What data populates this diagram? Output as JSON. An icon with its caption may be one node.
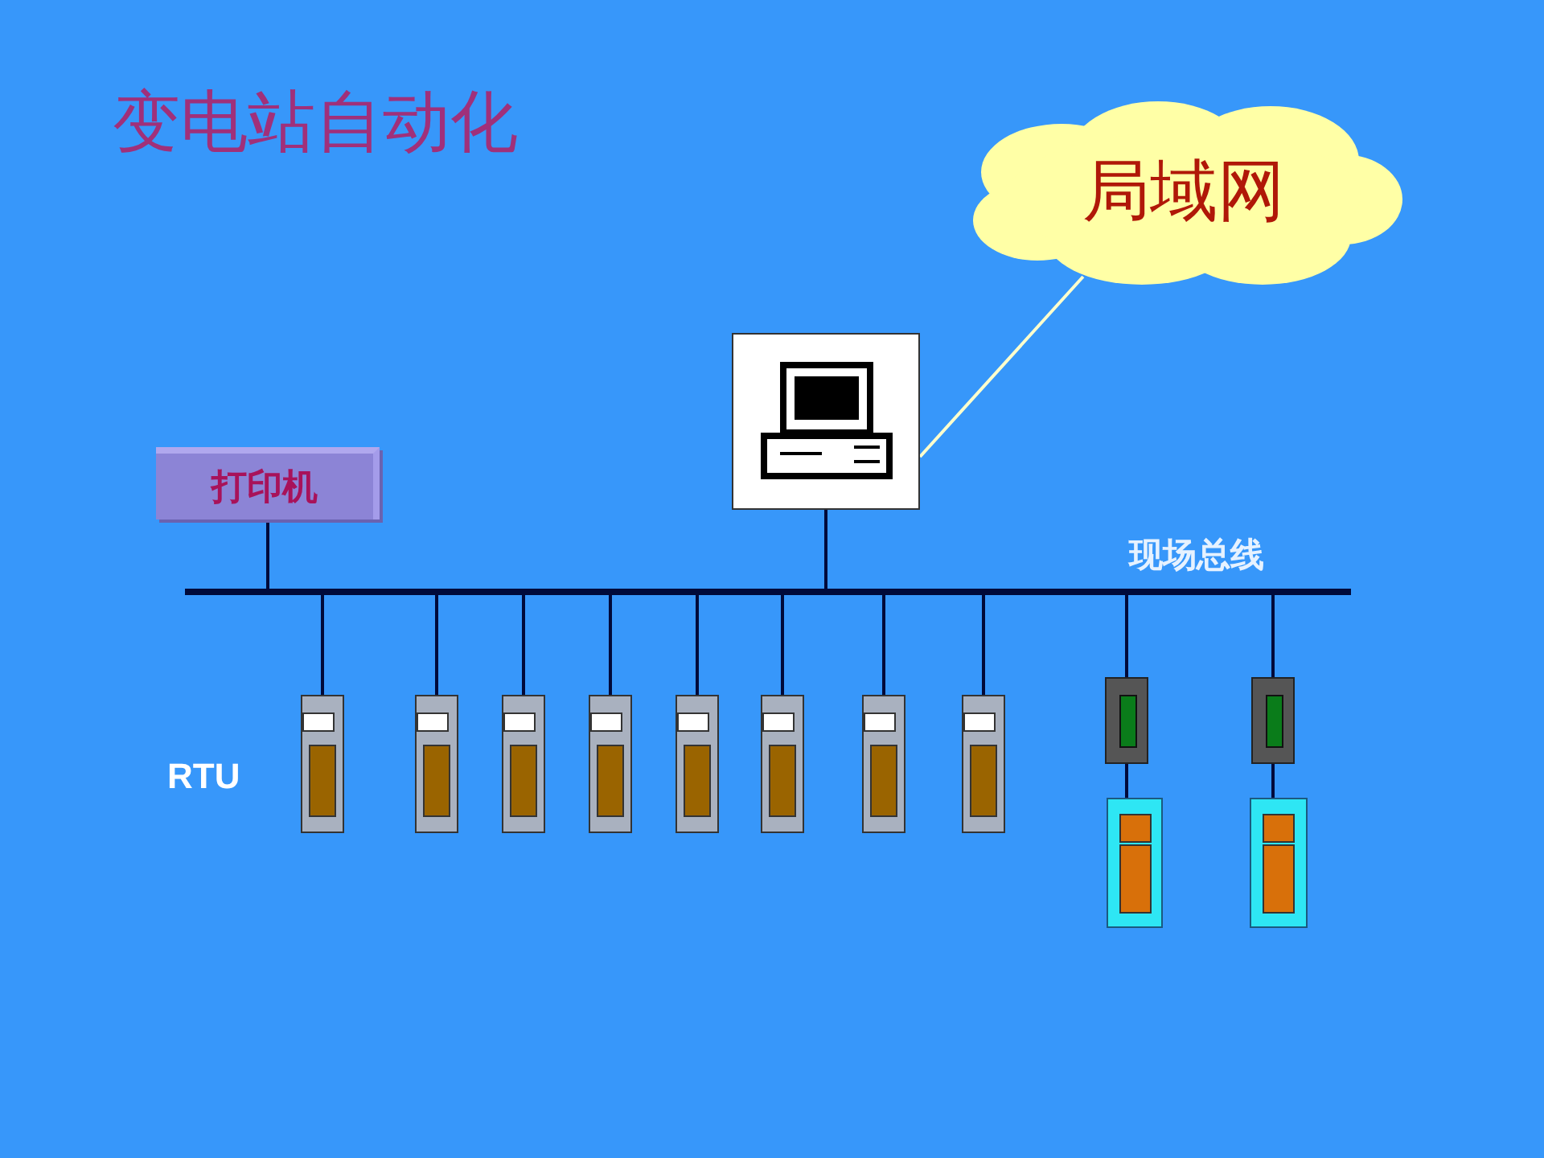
{
  "diagram": {
    "title": "变电站自动化",
    "nodes": [
      {
        "text": [
          "局域网"
        ]
      },
      {
        "text": [],
        "shape": "picture"
      },
      {
        "text": [
          "打印机"
        ]
      },
      {
        "text": [],
        "shape": "bar",
        "beside": [
          "现场总线"
        ]
      },
      {
        "text": [],
        "shape": "box"
      },
      {
        "text": [],
        "shape": "box"
      },
      {
        "text": [],
        "shape": "box"
      },
      {
        "text": [],
        "shape": "box"
      },
      {
        "text": [],
        "shape": "box"
      },
      {
        "text": [],
        "shape": "box"
      },
      {
        "text": [],
        "shape": "box"
      },
      {
        "text": [],
        "shape": "box"
      },
      {
        "text": [],
        "shape": "box"
      },
      {
        "text": [],
        "shape": "box"
      },
      {
        "text": [],
        "shape": "box"
      },
      {
        "text": [],
        "shape": "box"
      }
    ],
    "edges": [
      {
        "from": 0,
        "to": 1,
        "arrow": "none",
        "color": "#ffffcc"
      },
      {
        "from": 2,
        "to": 3,
        "arrow": "none"
      },
      {
        "from": 1,
        "to": 3,
        "arrow": "none"
      },
      {
        "from": 3,
        "to": 4,
        "arrow": "none"
      },
      {
        "from": 3,
        "to": 5,
        "arrow": "none"
      },
      {
        "from": 3,
        "to": 6,
        "arrow": "none"
      },
      {
        "from": 3,
        "to": 7,
        "arrow": "none"
      },
      {
        "from": 3,
        "to": 8,
        "arrow": "none"
      },
      {
        "from": 3,
        "to": 9,
        "arrow": "none"
      },
      {
        "from": 3,
        "to": 10,
        "arrow": "none"
      },
      {
        "from": 3,
        "to": 11,
        "arrow": "none"
      },
      {
        "from": 3,
        "to": 12,
        "arrow": "none"
      },
      {
        "from": 12,
        "to": 14,
        "arrow": "none"
      },
      {
        "from": 3,
        "to": 13,
        "arrow": "none"
      },
      {
        "from": 13,
        "to": 15,
        "arrow": "none"
      }
    ],
    "labels": [
      "RTU"
    ]
  }
}
